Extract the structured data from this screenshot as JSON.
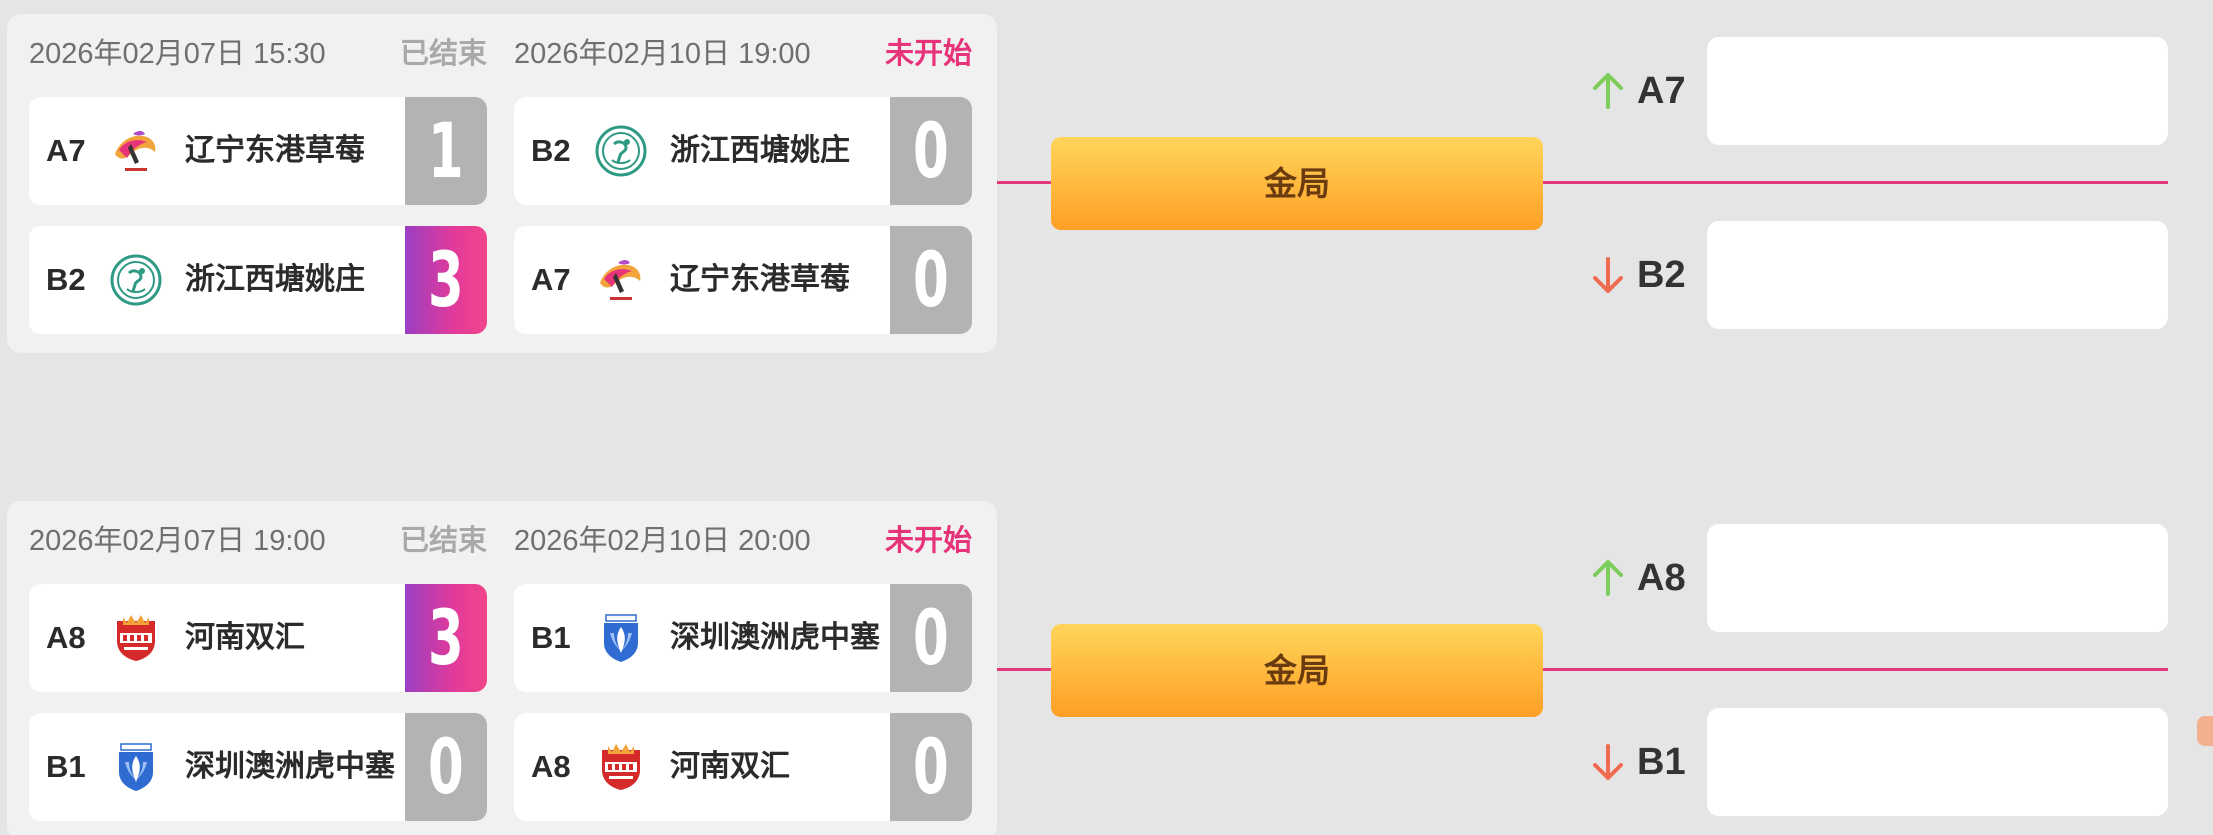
{
  "colors": {
    "page_bg": "#e5e5e5",
    "accent_pink": "#e6337a",
    "status_done": "#a9a9a9",
    "score_gray": "#b3b3b3",
    "gold": "#ffb53a",
    "arrow_up": "#7ccd5a",
    "arrow_down": "#f06a50"
  },
  "groups": [
    {
      "legs": [
        {
          "date": "2026年02月07日 15:30",
          "status": "已结束",
          "rows": [
            {
              "seed": "A7",
              "team": "辽宁东港草莓",
              "logo": "liaoning-logo-icon",
              "score": "1",
              "winner": false
            },
            {
              "seed": "B2",
              "team": "浙江西塘姚庄",
              "logo": "zhejiang-logo-icon",
              "score": "3",
              "winner": true
            }
          ]
        },
        {
          "date": "2026年02月10日 19:00",
          "status": "未开始",
          "rows": [
            {
              "seed": "B2",
              "team": "浙江西塘姚庄",
              "logo": "zhejiang-logo-icon",
              "score": "0",
              "winner": false
            },
            {
              "seed": "A7",
              "team": "辽宁东港草莓",
              "logo": "liaoning-logo-icon",
              "score": "0",
              "winner": false
            }
          ]
        }
      ],
      "tiebreak_label": "金局",
      "results": [
        {
          "seed": "A7",
          "direction": "up"
        },
        {
          "seed": "B2",
          "direction": "down"
        }
      ]
    },
    {
      "legs": [
        {
          "date": "2026年02月07日 19:00",
          "status": "已结束",
          "rows": [
            {
              "seed": "A8",
              "team": "河南双汇",
              "logo": "henan-logo-icon",
              "score": "3",
              "winner": true
            },
            {
              "seed": "B1",
              "team": "深圳澳洲虎中塞",
              "logo": "shenzhen-logo-icon",
              "score": "0",
              "winner": false
            }
          ]
        },
        {
          "date": "2026年02月10日 20:00",
          "status": "未开始",
          "rows": [
            {
              "seed": "B1",
              "team": "深圳澳洲虎中塞",
              "logo": "shenzhen-logo-icon",
              "score": "0",
              "winner": false
            },
            {
              "seed": "A8",
              "team": "河南双汇",
              "logo": "henan-logo-icon",
              "score": "0",
              "winner": false
            }
          ]
        }
      ],
      "tiebreak_label": "金局",
      "results": [
        {
          "seed": "A8",
          "direction": "up"
        },
        {
          "seed": "B1",
          "direction": "down"
        }
      ]
    }
  ]
}
